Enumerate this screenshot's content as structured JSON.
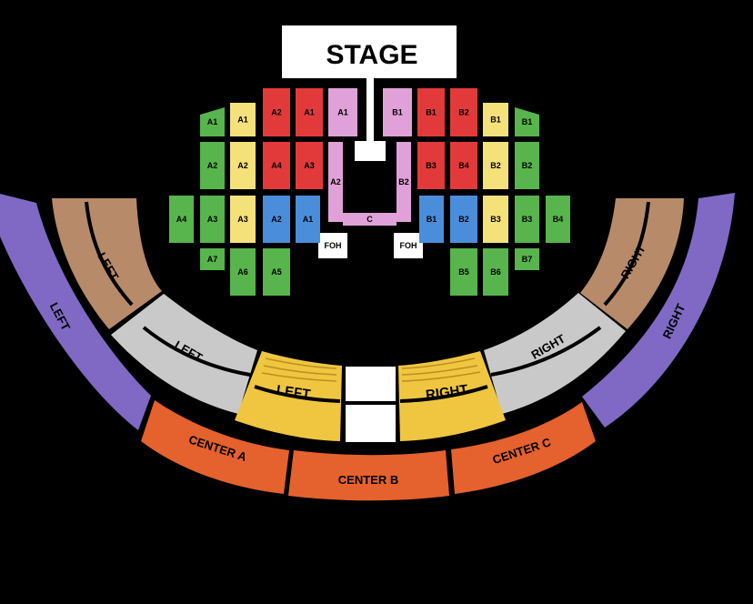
{
  "colors": {
    "background": "#000000",
    "green": "#58b44c",
    "yellow": "#f5e17a",
    "red": "#e23a3a",
    "pink": "#dfa1d8",
    "blue": "#4a8edb",
    "white": "#ffffff",
    "tan": "#b78a6a",
    "grey": "#c9c9c9",
    "gold": "#f0c640",
    "purple": "#7f69c4",
    "orange": "#e5612d"
  },
  "stage": {
    "label": "STAGE"
  },
  "foh": {
    "left": "FOH",
    "right": "FOH"
  },
  "floor_sections": [
    {
      "label": "A1",
      "color": "green"
    },
    {
      "label": "A1",
      "color": "yellow"
    },
    {
      "label": "A2",
      "color": "red"
    },
    {
      "label": "A1",
      "color": "red"
    },
    {
      "label": "A1",
      "color": "pink"
    },
    {
      "label": "B1",
      "color": "pink"
    },
    {
      "label": "B1",
      "color": "red"
    },
    {
      "label": "B2",
      "color": "red"
    },
    {
      "label": "B1",
      "color": "yellow"
    },
    {
      "label": "B1",
      "color": "green"
    },
    {
      "label": "A2",
      "color": "green"
    },
    {
      "label": "A2",
      "color": "yellow"
    },
    {
      "label": "A4",
      "color": "red"
    },
    {
      "label": "A3",
      "color": "red"
    },
    {
      "label": "A2",
      "color": "pink"
    },
    {
      "label": "B2",
      "color": "pink"
    },
    {
      "label": "B3",
      "color": "red"
    },
    {
      "label": "B4",
      "color": "red"
    },
    {
      "label": "B2",
      "color": "yellow"
    },
    {
      "label": "B2",
      "color": "green"
    },
    {
      "label": "C",
      "color": "pink"
    },
    {
      "label": "A4",
      "color": "green"
    },
    {
      "label": "A3",
      "color": "green"
    },
    {
      "label": "A3",
      "color": "yellow"
    },
    {
      "label": "A2",
      "color": "blue"
    },
    {
      "label": "A1",
      "color": "blue"
    },
    {
      "label": "B1",
      "color": "blue"
    },
    {
      "label": "B2",
      "color": "blue"
    },
    {
      "label": "B3",
      "color": "yellow"
    },
    {
      "label": "B3",
      "color": "green"
    },
    {
      "label": "B4",
      "color": "green"
    },
    {
      "label": "A7",
      "color": "green"
    },
    {
      "label": "A6",
      "color": "green"
    },
    {
      "label": "A5",
      "color": "green"
    },
    {
      "label": "B5",
      "color": "green"
    },
    {
      "label": "B6",
      "color": "green"
    },
    {
      "label": "B7",
      "color": "green"
    }
  ],
  "rings": {
    "outer_left": "LEFT",
    "outer_right": "RIGHT",
    "tan_left": "LEFT",
    "tan_right": "RIGHT",
    "grey_left": "LEFT",
    "grey_right": "RIGHT",
    "gold_left": "LEFT",
    "gold_right": "RIGHT",
    "center_a": "CENTER A",
    "center_b": "CENTER B",
    "center_c": "CENTER C"
  }
}
